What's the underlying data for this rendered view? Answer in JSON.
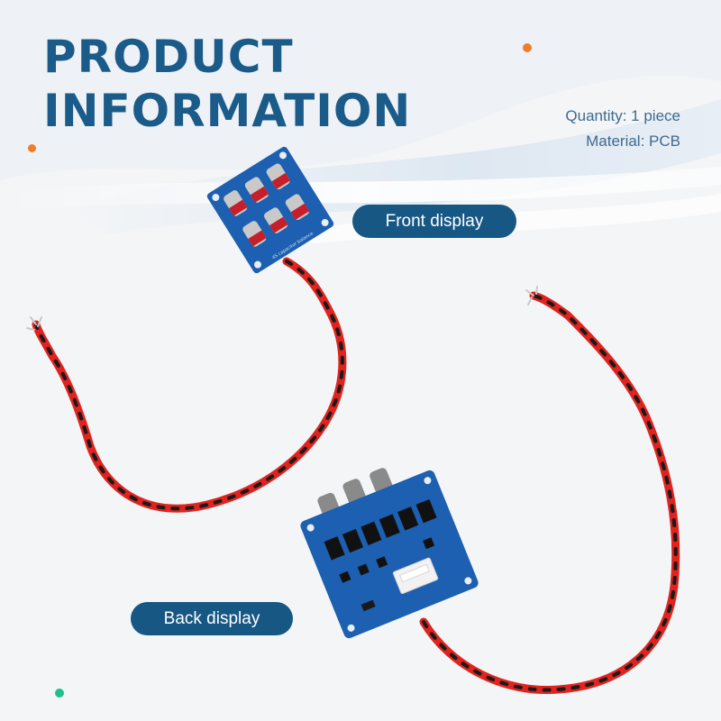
{
  "headline": {
    "line1": "PRODUCT",
    "line2": "INFORMATION"
  },
  "specs": {
    "quantity": "Quantity: 1 piece",
    "material": "Material: PCB"
  },
  "labels": {
    "front": "Front display",
    "back": "Back display"
  },
  "colors": {
    "brand_blue": "#175784",
    "headline_blue": "#1b5b8a",
    "accent_orange": "#f07d2a",
    "accent_green": "#1fc08a",
    "wire_red": "#e0231f",
    "pcb_blue": "#1d5fb0"
  },
  "icons": [
    "front-pcb-board",
    "back-pcb-board",
    "twisted-wire-harness",
    "jst-connector"
  ]
}
